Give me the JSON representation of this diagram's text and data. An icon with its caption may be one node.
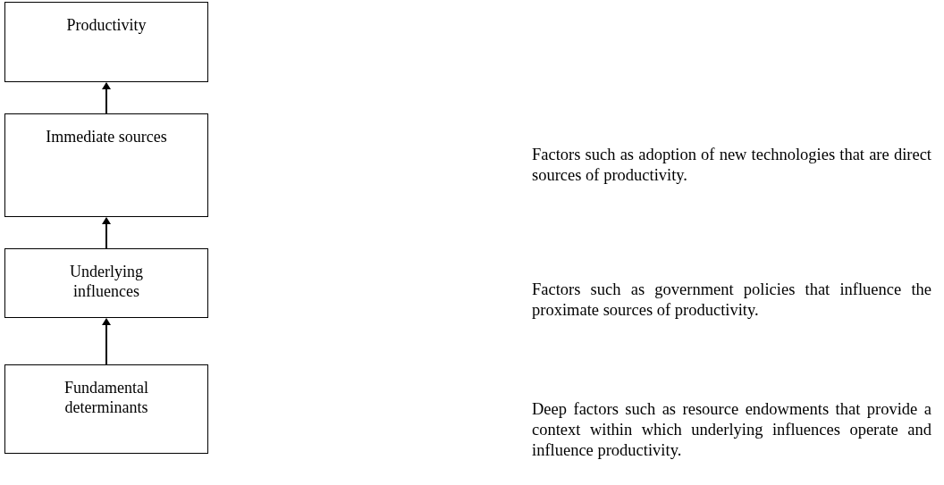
{
  "diagram": {
    "nodes": [
      {
        "text": [
          "Productivity"
        ]
      },
      {
        "text": [
          "Immediate sources"
        ]
      },
      {
        "text": [
          "Underlying influences"
        ]
      },
      {
        "text": [
          "Fundamental determinants"
        ]
      }
    ],
    "edges": [
      {
        "from": 1,
        "to": 0,
        "arrow": "to"
      },
      {
        "from": 2,
        "to": 1,
        "arrow": "to"
      },
      {
        "from": 3,
        "to": 2,
        "arrow": "to"
      }
    ],
    "labels": [
      "Factors such as adoption of new technologies that are direct sources of productivity.",
      "Factors such as government policies that influence the proximate sources of productivity.",
      "Deep factors such as resource endowments that provide a context within which underlying influences operate and influence productivity."
    ]
  }
}
